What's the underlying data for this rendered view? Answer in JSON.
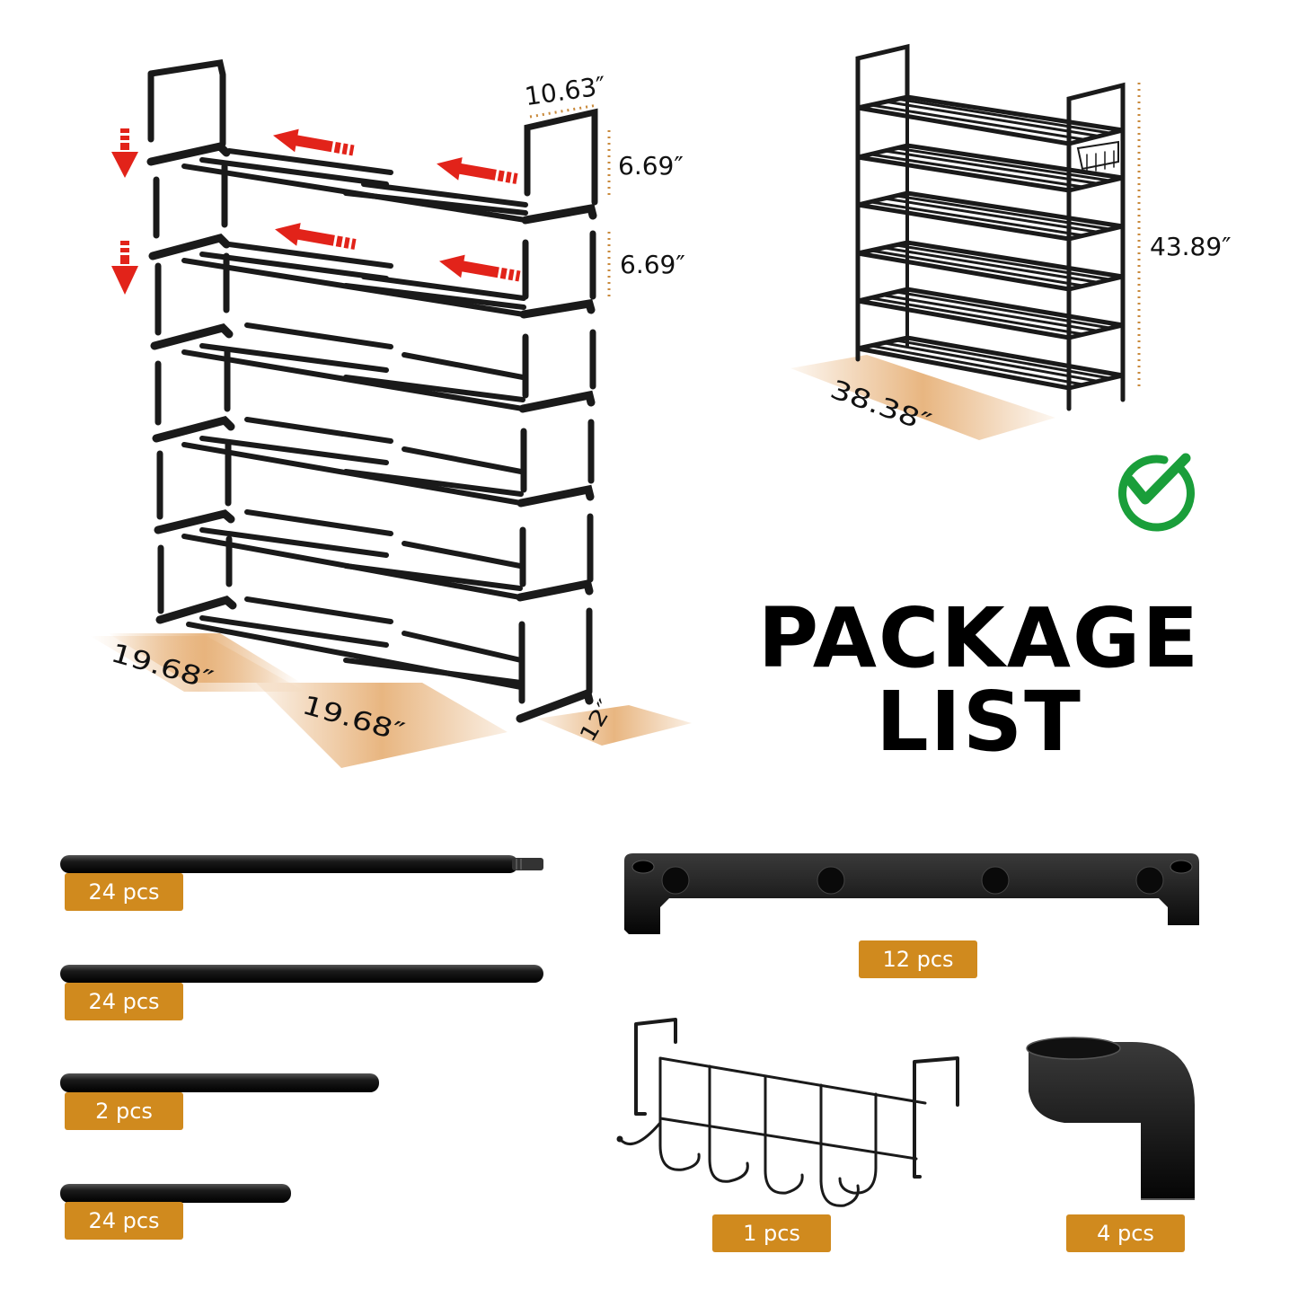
{
  "dimensions": {
    "depth_top": "10.63″",
    "tier_gap_1": "6.69″",
    "tier_gap_2": "6.69″",
    "height": "43.89″",
    "assembled_width": "38.38″",
    "width_left": "19.68″",
    "width_right": "19.68″",
    "depth_bottom": "12″"
  },
  "title": {
    "line1": "PACKAGE",
    "line2": "LIST"
  },
  "parts": {
    "long_tube_with_connector": "24 pcs",
    "long_tube": "24 pcs",
    "medium_tube": "2 pcs",
    "short_tube": "24 pcs",
    "shelf_bracket": "12 pcs",
    "door_hook_rack": "1 pcs",
    "elbow_connector": "4 pcs"
  },
  "colors": {
    "frame": "#1a1a1a",
    "badge": "#d08a1e",
    "floor_shadow": "#e7b27a",
    "dimension_line": "#c98a3c",
    "arrow_red": "#e2231a",
    "check_green": "#1a9e3a"
  },
  "icons": {
    "check": "check-circle-icon",
    "arrow_down": "arrow-down-icon",
    "arrow_left": "arrow-left-icon"
  }
}
